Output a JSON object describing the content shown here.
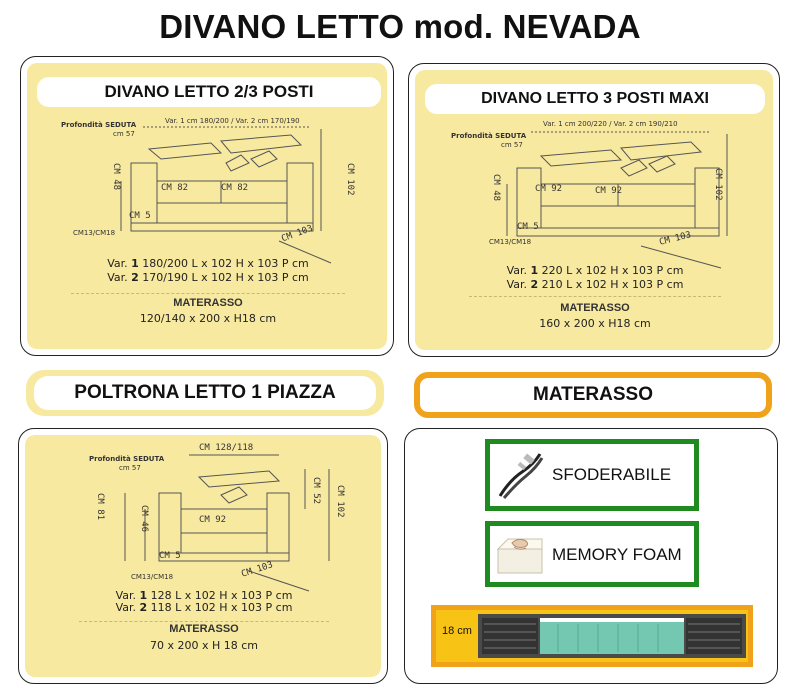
{
  "title": "DIVANO LETTO mod. NEVADA",
  "sections": {
    "sofa23": {
      "heading": "DIVANO LETTO 2/3 POSTI",
      "depth_label": "Profondità SEDUTA",
      "depth_value": "cm 57",
      "width_var": "Var. 1 cm 180/200 / Var. 2 cm 170/190",
      "seat_left": "CM 82",
      "seat_right": "CM 82",
      "height_left": "CM 48",
      "height_right": "CM 102",
      "leg": "CM 5",
      "leg_alt": "CM13/CM18",
      "depth_bottom": "CM 103",
      "var1_prefix": "Var.",
      "var1_num": "1",
      "var1_text": "180/200 L x 102 H x 103 P cm",
      "var2_prefix": "Var.",
      "var2_num": "2",
      "var2_text": "170/190 L x 102 H x 103 P cm",
      "mattress_label": "MATERASSO",
      "mattress_value": "120/140 x 200 x H18 cm"
    },
    "sofa3maxi": {
      "heading": "DIVANO LETTO 3 POSTI MAXI",
      "depth_label": "Profondità SEDUTA",
      "depth_value": "cm 57",
      "width_var": "Var. 1 cm 200/220 / Var. 2 cm 190/210",
      "seat_left": "CM 92",
      "seat_right": "CM 92",
      "height_left": "CM 48",
      "height_right": "CM 102",
      "leg": "CM 5",
      "leg_alt": "CM13/CM18",
      "depth_bottom": "CM 103",
      "var1_prefix": "Var.",
      "var1_num": "1",
      "var1_text": "220 L x 102 H x 103 P cm",
      "var2_prefix": "Var.",
      "var2_num": "2",
      "var2_text": "210 L x 102 H x 103 P cm",
      "mattress_label": "MATERASSO",
      "mattress_value": "160 x 200 x H18 cm"
    },
    "armchair": {
      "heading": "POLTRONA LETTO 1 PIAZZA",
      "depth_label": "Profondità SEDUTA",
      "depth_value": "cm 57",
      "width_var": "CM 128/118",
      "seat": "CM 92",
      "height_outer": "CM 81",
      "height_seat": "CM 46",
      "height_back": "CM 52",
      "height_total": "CM 102",
      "leg": "CM 5",
      "leg_alt": "CM13/CM18",
      "depth_bottom": "CM 103",
      "var1_prefix": "Var.",
      "var1_num": "1",
      "var1_text": "128 L x 102 H x 103 P cm",
      "var2_prefix": "Var.",
      "var2_num": "2",
      "var2_text": "118 L x 102 H x 103 P cm",
      "mattress_label": "MATERASSO",
      "mattress_value": "70 x 200 x H 18 cm"
    },
    "mattress": {
      "heading": "MATERASSO",
      "feature1": "SFODERABILE",
      "feature2": "MEMORY FOAM",
      "thickness": "18 cm"
    }
  },
  "colors": {
    "panel": "#f8e9a0",
    "accent_orange": "#f0a21a",
    "accent_green": "#1f8a1f",
    "mattress_yellow": "#f7c416"
  },
  "icons": [
    "zipper-icon",
    "memory-foam-icon",
    "mattress-section-icon"
  ]
}
